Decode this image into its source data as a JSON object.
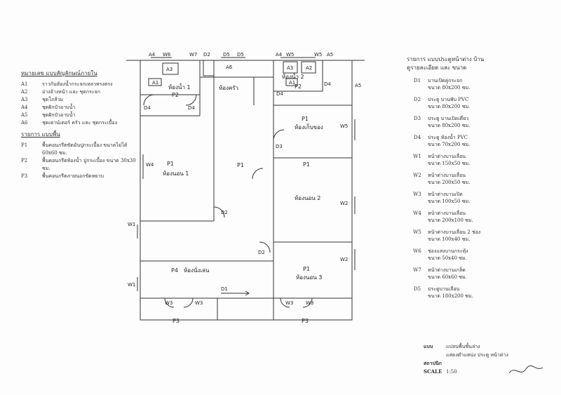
{
  "left_legend": {
    "group_a_header": "หมายเลข แบบสัญลักษณ์ภายใน",
    "group_a": [
      {
        "code": "A1",
        "desc": "ราวกันห้องน้ำกระจกเหลวทรงตรง"
      },
      {
        "code": "A2",
        "desc": "อ่างล้างหน้า และ ชุดกระจก"
      },
      {
        "code": "A3",
        "desc": "ชุดโถส้วม"
      },
      {
        "code": "A4",
        "desc": "ชุดฝักบัวอาบน้ำ"
      },
      {
        "code": "A5",
        "desc": "ชุดฝักบัวอาบน้ำ"
      },
      {
        "code": "A6",
        "desc": "ชุดเคาน์เตอร์ ครัว และ ชุดกระเบื้อง"
      }
    ],
    "group_p_header": "รายการ แบบพื้น",
    "group_p": [
      {
        "code": "P1",
        "desc": "พื้นคอนกรีตขัดมันปูกระเบื้อง ขนาดไม่ได้ 60x60 ซม."
      },
      {
        "code": "P2",
        "desc": "พื้นคอนกรีตห้องน้ำ ปูกระเบื้อง ขนาด 30x30 ซม."
      },
      {
        "code": "P3",
        "desc": "พื้นคอนกรีตภายนอกขัดหยาบ"
      }
    ]
  },
  "right_legend": {
    "header_1": "รายการ แบบประตูหน้าต่าง บ้าน",
    "header_2": "ดูรายละเอียด และ ขนาด",
    "items": [
      {
        "code": "D1",
        "desc": "บานเปิดคู่กระจก",
        "size": "ขนาด 80x200 ซม."
      },
      {
        "code": "D2",
        "desc": "ประตู บานพับ PVC",
        "size": "ขนาด 80x200 ซม."
      },
      {
        "code": "D3",
        "desc": "ประตู บานเปิดเดี่ยว",
        "size": "ขนาด 80x200 ซม."
      },
      {
        "code": "D4",
        "desc": "ประตู ห้องน้ำ PVC",
        "size": "ขนาด 70x200 ซม."
      },
      {
        "code": "W1",
        "desc": "หน้าต่างบานเลื่อน",
        "size": "ขนาด 150x50 ซม."
      },
      {
        "code": "W2",
        "desc": "หน้าต่างบานเลื่อน",
        "size": "ขนาด 200x50 ซม."
      },
      {
        "code": "W3",
        "desc": "หน้าต่างบานเปิด",
        "size": "ขนาด 100x50 ซม."
      },
      {
        "code": "W4",
        "desc": "หน้าต่างบานเลื่อน",
        "size": "ขนาด 200x100 ซม."
      },
      {
        "code": "W5",
        "desc": "หน้าต่างบานเลื่อน 2 ช่อง",
        "size": "ขนาด 100x40 ซม."
      },
      {
        "code": "W6",
        "desc": "ช่องแสงบานกระทุ้ง",
        "size": "ขนาด 50x40 ซม."
      },
      {
        "code": "W7",
        "desc": "หน้าต่างบานเกล็ด",
        "size": "ขนาด 60x60 ซม."
      },
      {
        "code": "D5",
        "desc": "ประตูบานเลื่อน",
        "size": "ขนาด 180x200 ซม."
      }
    ]
  },
  "title_block": {
    "l1_k": "แบบ",
    "l1_v": "แปลนพื้นชั้นล่าง",
    "l2_k": "",
    "l2_v": "แสดงตำแหน่ง ประตู หน้าต่าง",
    "l3_k": "สถาปนิก",
    "l3_v": "",
    "l4_k": "SCALE",
    "l4_v": "1:50"
  },
  "plan": {
    "rooms": {
      "bath1": "ห้องน้ำ 1",
      "bath2": "ห้องน้ำ 2",
      "kitchen": "ห้องครัว",
      "laundry": "ห้องเก็บของ",
      "bed1": "ห้องนอน 1",
      "bed2": "ห้องนอน 2",
      "bed3": "ห้องนอน 3",
      "living": "ห้องนั่งเล่น",
      "hall": "P1"
    },
    "floor_tags": [
      "P1",
      "P2",
      "P3"
    ],
    "fixtures": [
      "A1",
      "A2",
      "A3",
      "A4",
      "A5",
      "A6"
    ],
    "doors": [
      "D1",
      "D2",
      "D3",
      "D4",
      "D5"
    ],
    "windows": [
      "W1",
      "W2",
      "W3",
      "W4",
      "W5",
      "W6",
      "W7"
    ]
  }
}
